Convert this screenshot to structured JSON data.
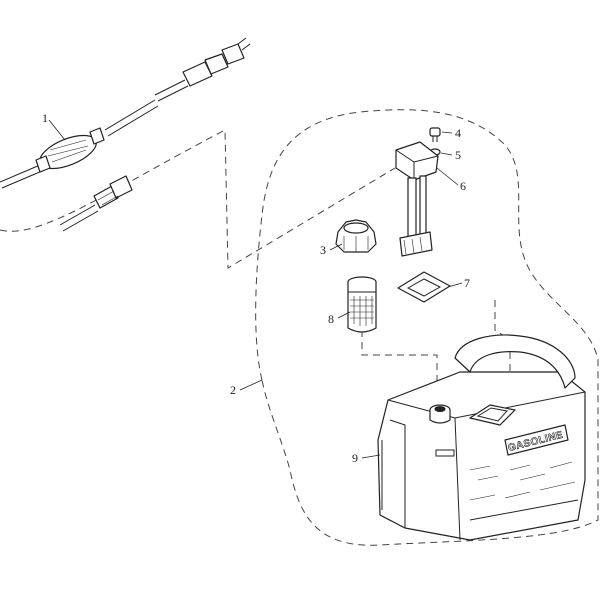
{
  "diagram": {
    "callouts": [
      "1",
      "2",
      "3",
      "4",
      "5",
      "6",
      "7",
      "8",
      "9"
    ],
    "tank_emboss": "GASOLINE"
  }
}
